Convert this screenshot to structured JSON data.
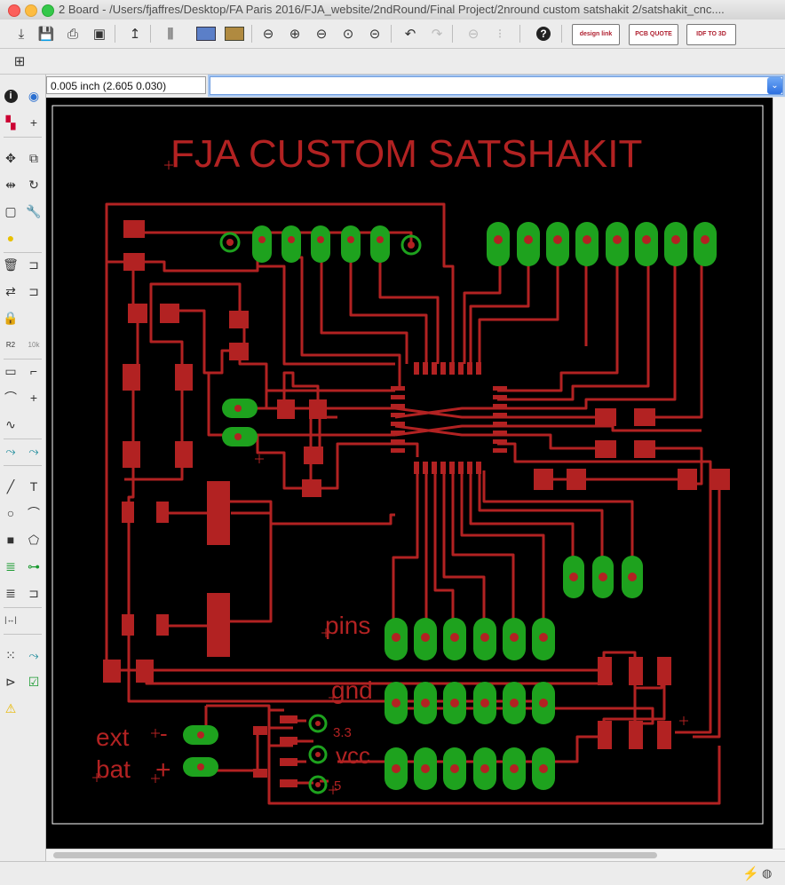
{
  "window": {
    "title": "2 Board - /Users/fjaffres/Desktop/FA Paris 2016/FJA_website/2ndRound/Final Project/2nround custom satshakit 2/satshakit_cnc...."
  },
  "colors": {
    "copper": "#b22222",
    "pad_green": "#1ea21e",
    "outline": "#ffffff",
    "background": "#000000",
    "accent": "#2d6fe0"
  },
  "toolbar": {
    "buttons": [
      {
        "name": "open-icon"
      },
      {
        "name": "save-icon"
      },
      {
        "name": "print-icon"
      },
      {
        "name": "cam-processor-icon"
      },
      {
        "name": "script-icon"
      },
      {
        "name": "layer-settings-icon"
      },
      {
        "name": "schematic-switch-icon"
      },
      {
        "name": "ratsnest-icon"
      },
      {
        "name": "zoom-fit-icon"
      },
      {
        "name": "zoom-in-icon"
      },
      {
        "name": "zoom-out-icon"
      },
      {
        "name": "zoom-redraw-icon"
      },
      {
        "name": "zoom-select-icon"
      },
      {
        "name": "undo-icon"
      },
      {
        "name": "redo-icon"
      },
      {
        "name": "stop-icon"
      },
      {
        "name": "go-icon"
      },
      {
        "name": "help-icon"
      }
    ],
    "design_link": "design link",
    "pcb_quote": "PCB QUOTE",
    "idf_to_3d": "IDF TO 3D"
  },
  "command": {
    "coordinates": "0.005 inch (2.605 0.030)",
    "value": ""
  },
  "leftbar": {
    "tools": [
      "info-icon",
      "show-icon",
      "display-layers-icon",
      "mark-icon",
      "move-icon",
      "copy-icon",
      "mirror-icon",
      "rotate-icon",
      "group-icon",
      "change-icon",
      "paste-icon",
      "delete-icon",
      "add-icon",
      "replace-icon",
      "lock-icon",
      "smash-icon",
      "name-icon",
      "value-icon",
      "split-icon",
      "miter-icon",
      "optimize-icon",
      "route-icon",
      "ripup-icon",
      "wire-icon",
      "text-icon",
      "circle-icon",
      "arc-icon",
      "rect-icon",
      "polygon-icon",
      "via-icon",
      "signal-icon",
      "hole-icon",
      "attribute-icon",
      "dimension-icon",
      "ratsnest-tool-icon",
      "autorouter-icon",
      "erc-icon",
      "drc-icon",
      "errors-icon"
    ]
  },
  "board": {
    "title": "FJA CUSTOM SATSHAKIT",
    "labels": {
      "pins": "pins",
      "gnd": "gnd",
      "ext": "ext",
      "bat": "bat",
      "v33": "3.3",
      "vcc": "vcc",
      "v5": "5",
      "minus": "-",
      "plus": "+"
    }
  },
  "status": {
    "text": ""
  }
}
